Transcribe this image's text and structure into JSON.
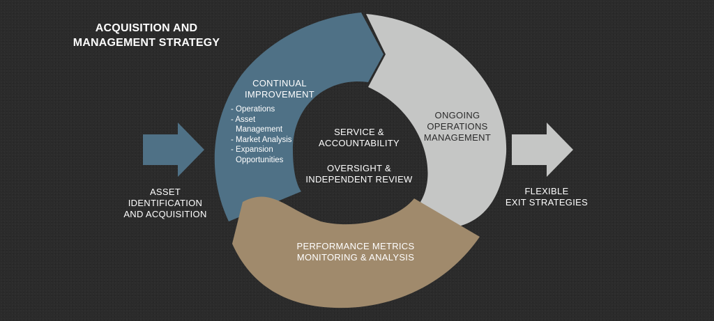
{
  "title": {
    "line1": "ACQUISITION AND",
    "line2": "MANAGEMENT STRATEGY"
  },
  "left_label": {
    "line1": "ASSET",
    "line2": "IDENTIFICATION",
    "line3": "AND ACQUISITION"
  },
  "right_label": {
    "line1": "FLEXIBLE",
    "line2": "EXIT STRATEGIES"
  },
  "segment_continual": {
    "heading1": "CONTINUAL",
    "heading2": "IMPROVEMENT",
    "items": [
      "- Operations",
      "- Asset Management",
      "- Market Analysis",
      "- Expansion Opportunities"
    ]
  },
  "segment_ongoing": {
    "line1": "ONGOING",
    "line2": "OPERATIONS",
    "line3": "MANAGEMENT"
  },
  "segment_performance": {
    "line1": "PERFORMANCE METRICS",
    "line2": "MONITORING & ANALYSIS"
  },
  "center": {
    "block1_line1": "SERVICE &",
    "block1_line2": "ACCOUNTABILITY",
    "block2_line1": "OVERSIGHT &",
    "block2_line2": "INDEPENDENT REVIEW"
  },
  "colors": {
    "background": "#2b2b2b",
    "blue_segment": "#4f7186",
    "gray_segment": "#c5c6c5",
    "tan_segment": "#a08a6c",
    "left_arrow": "#4f7186",
    "right_arrow": "#c5c6c5"
  }
}
